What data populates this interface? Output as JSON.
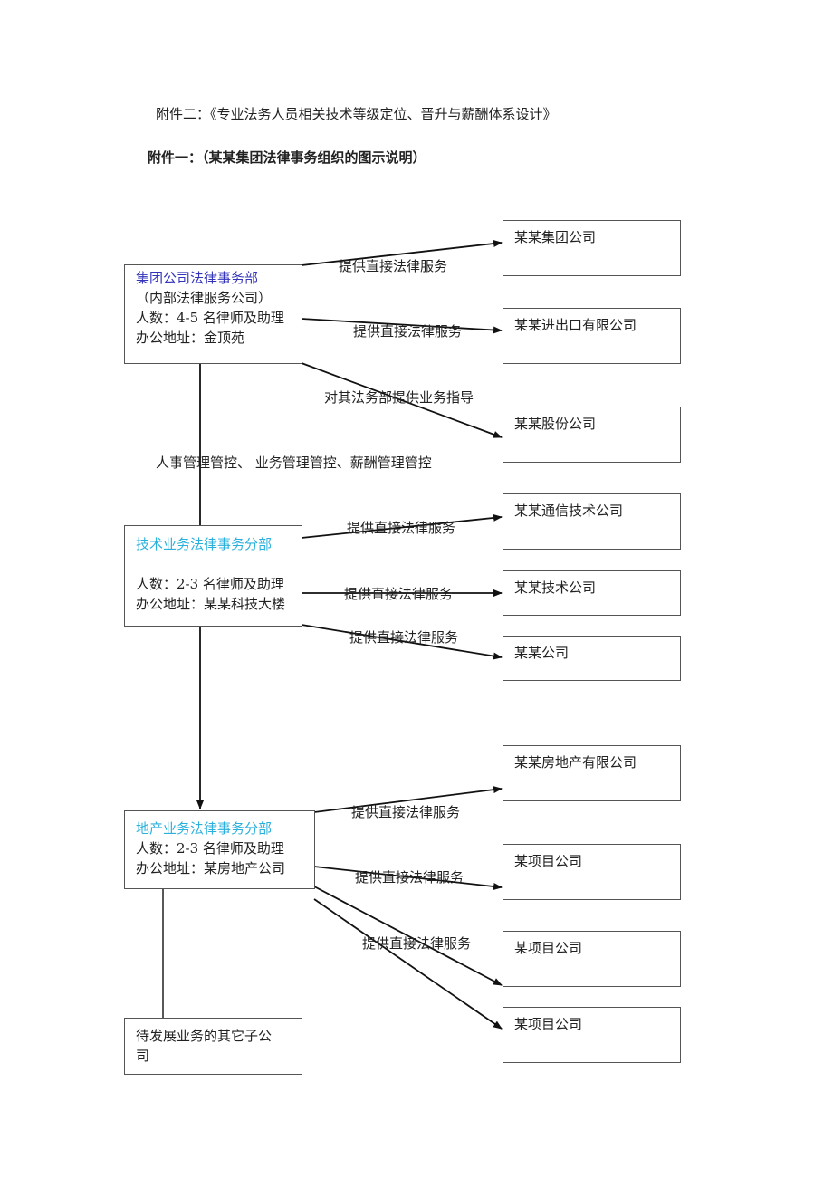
{
  "headings": {
    "attachment_two": "附件二：《专业法务人员相关技术等级定位、晋升与薪酬体系设计》",
    "attachment_one": "附件一：（某某集团法律事务组织的图示说明）"
  },
  "departments": {
    "group": {
      "title": "集团公司法律事务部",
      "subtitle": "（内部法律服务公司）",
      "staff": "人数：4-5 名律师及助理",
      "address": "办公地址：金顶苑",
      "title_color": "#3333bb"
    },
    "tech": {
      "title": "技术业务法律事务分部",
      "staff": "人数：2-3 名律师及助理",
      "address": "办公地址：某某科技大楼",
      "title_color": "#2ab0dc"
    },
    "realestate": {
      "title": "地产业务法律事务分部",
      "staff": "人数：2-3 名律师及助理",
      "address": "办公地址：某房地产公司",
      "title_color": "#2ab0dc"
    },
    "pending": {
      "line1": "待发展业务的其它子公",
      "line2": "司"
    }
  },
  "entities": [
    "某某集团公司",
    "某某进出口有限公司",
    "某某股份公司",
    "某某通信技术公司",
    "某某技术公司",
    "某某公司",
    "某某房地产有限公司",
    "某项目公司",
    "某项目公司",
    "某项目公司"
  ],
  "edge_labels": {
    "group_to_1": "提供直接法律服务",
    "group_to_2": "提供直接法律服务",
    "group_to_3": "对其法务部提供业务指导",
    "control": "人事管理管控、 业务管理管控、薪酬管理管控",
    "tech_to_1": "提供直接法律服务",
    "tech_to_2": "提供直接法律服务",
    "tech_to_3": "提供直接法律服务",
    "re_to_1": "提供直接法律服务",
    "re_to_2": "提供直接法律服务",
    "re_to_3": "提供直接法律服务"
  }
}
